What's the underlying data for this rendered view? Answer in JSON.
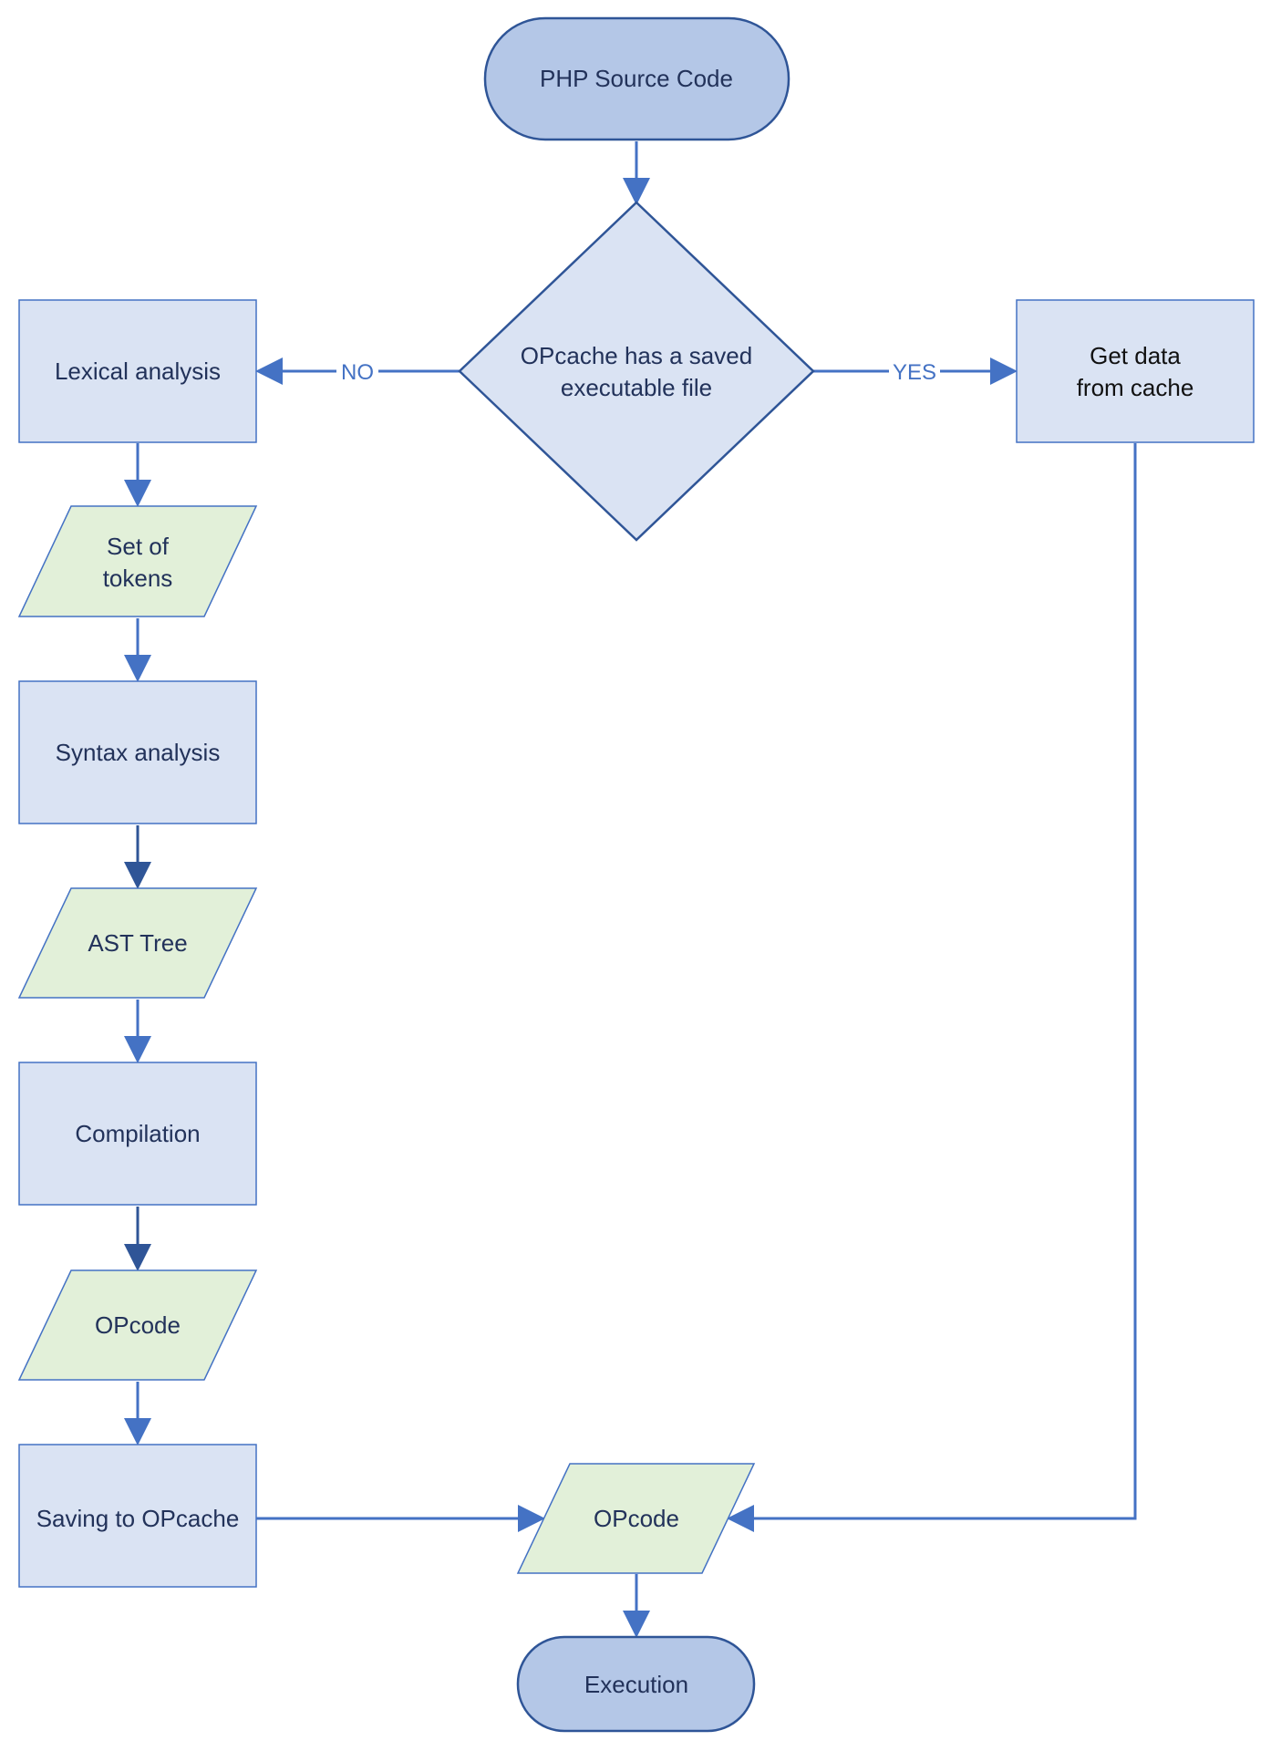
{
  "diagram": {
    "nodes": {
      "source": "PHP Source Code",
      "decision": [
        "OPcache has a saved",
        "executable file"
      ],
      "lexical": "Lexical analysis",
      "tokens": [
        "Set of",
        "tokens"
      ],
      "syntax": "Syntax analysis",
      "ast": "AST Tree",
      "compilation": "Compilation",
      "opcode_left": "OPcode",
      "saving": "Saving to OPcache",
      "opcode_center": "OPcode",
      "cache": [
        "Get data",
        "from cache"
      ],
      "execution": "Execution"
    },
    "edges": {
      "no": "NO",
      "yes": "YES"
    }
  },
  "colors": {
    "process_fill": "#dae3f3",
    "process_stroke": "#4472c4",
    "terminal_fill": "#b4c7e7",
    "terminal_stroke": "#2f5597",
    "data_fill": "#e2f0d9",
    "data_stroke": "#4472c4",
    "arrow": "#4472c4",
    "arrow_dark": "#2f5597",
    "text": "#22325a"
  }
}
